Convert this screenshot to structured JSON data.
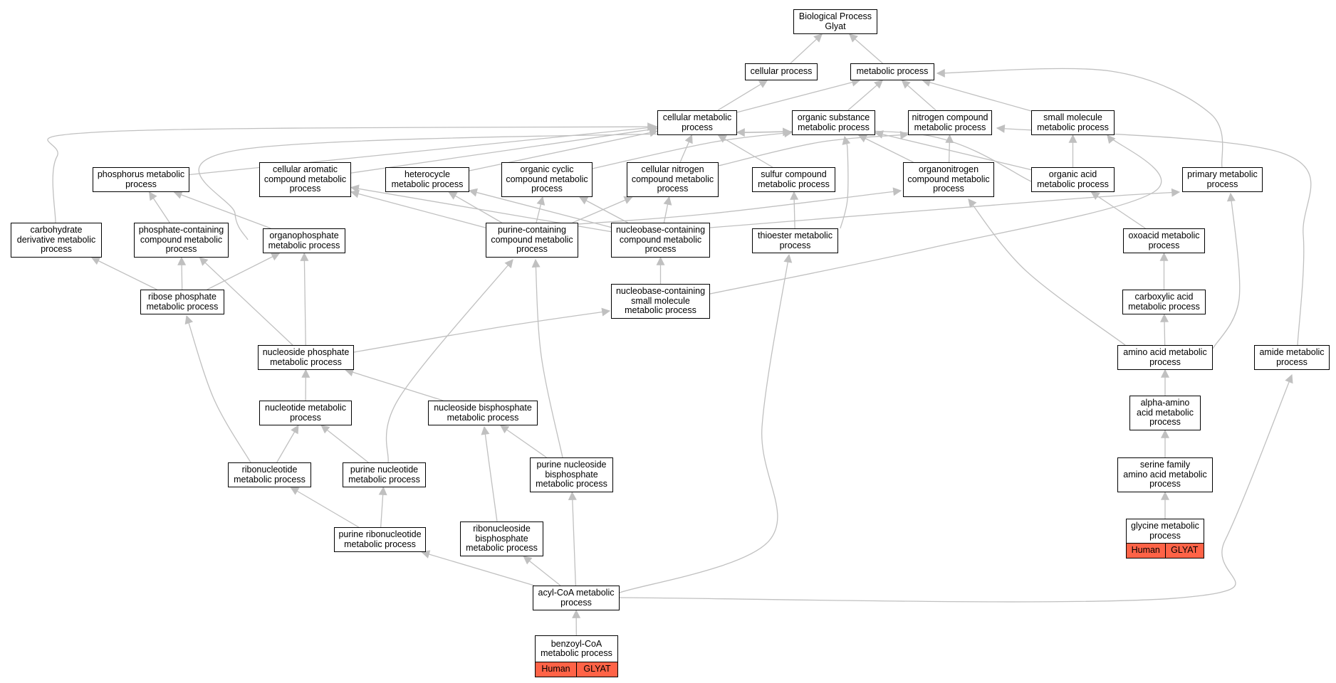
{
  "graph": {
    "edge_color": "#c0c0c0",
    "highlight_color": "#ff6347",
    "nodes": [
      {
        "id": "bp",
        "label": "Biological Process\nGlyat"
      },
      {
        "id": "cellular",
        "label": "cellular process"
      },
      {
        "id": "metabolic",
        "label": "metabolic process"
      },
      {
        "id": "cellmet",
        "label": "cellular metabolic\nprocess"
      },
      {
        "id": "orgsub",
        "label": "organic substance\nmetabolic process"
      },
      {
        "id": "nitrogen",
        "label": "nitrogen compound\nmetabolic process"
      },
      {
        "id": "smallmol",
        "label": "small molecule\nmetabolic process"
      },
      {
        "id": "phosphorus",
        "label": "phosphorus metabolic\nprocess"
      },
      {
        "id": "cellarom",
        "label": "cellular aromatic\ncompound metabolic\nprocess"
      },
      {
        "id": "heterocycle",
        "label": "heterocycle\nmetabolic process"
      },
      {
        "id": "orgcyclic",
        "label": "organic cyclic\ncompound metabolic\nprocess"
      },
      {
        "id": "cellnitro",
        "label": "cellular nitrogen\ncompound metabolic\nprocess"
      },
      {
        "id": "sulfur",
        "label": "sulfur compound\nmetabolic process"
      },
      {
        "id": "organonitro",
        "label": "organonitrogen\ncompound metabolic\nprocess"
      },
      {
        "id": "orgacid",
        "label": "organic acid\nmetabolic process"
      },
      {
        "id": "primary",
        "label": "primary metabolic\nprocess"
      },
      {
        "id": "carbderiv",
        "label": "carbohydrate\nderivative metabolic\nprocess"
      },
      {
        "id": "phosphcont",
        "label": "phosphate-containing\ncompound metabolic\nprocess"
      },
      {
        "id": "organophos",
        "label": "organophosphate\nmetabolic process"
      },
      {
        "id": "purinecont",
        "label": "purine-containing\ncompound metabolic\nprocess"
      },
      {
        "id": "nucbasecont",
        "label": "nucleobase-containing\ncompound metabolic\nprocess"
      },
      {
        "id": "thioester",
        "label": "thioester metabolic\nprocess"
      },
      {
        "id": "oxoacid",
        "label": "oxoacid metabolic\nprocess"
      },
      {
        "id": "ribosephos",
        "label": "ribose phosphate\nmetabolic process"
      },
      {
        "id": "nucbasesmall",
        "label": "nucleobase-containing\nsmall molecule\nmetabolic process"
      },
      {
        "id": "carboxylic",
        "label": "carboxylic acid\nmetabolic process"
      },
      {
        "id": "nucphos",
        "label": "nucleoside phosphate\nmetabolic process"
      },
      {
        "id": "aminoacid",
        "label": "amino acid metabolic\nprocess"
      },
      {
        "id": "amide",
        "label": "amide metabolic\nprocess"
      },
      {
        "id": "nucleotide",
        "label": "nucleotide metabolic\nprocess"
      },
      {
        "id": "nucbisphos",
        "label": "nucleoside bisphosphate\nmetabolic process"
      },
      {
        "id": "alphaamino",
        "label": "alpha-amino\nacid metabolic\nprocess"
      },
      {
        "id": "ribonucleotide",
        "label": "ribonucleotide\nmetabolic process"
      },
      {
        "id": "purinenucleotide",
        "label": "purine nucleotide\nmetabolic process"
      },
      {
        "id": "purinenucbis",
        "label": "purine nucleoside\nbisphosphate\nmetabolic process"
      },
      {
        "id": "serine",
        "label": "serine family\namino acid metabolic\nprocess"
      },
      {
        "id": "glycine",
        "label": "glycine metabolic\nprocess",
        "tags": [
          "Human",
          "GLYAT"
        ]
      },
      {
        "id": "purineribo",
        "label": "purine ribonucleotide\nmetabolic process"
      },
      {
        "id": "ribonucbis",
        "label": "ribonucleoside\nbisphosphate\nmetabolic process"
      },
      {
        "id": "acylcoa",
        "label": "acyl-CoA metabolic\nprocess"
      },
      {
        "id": "benzoyl",
        "label": "benzoyl-CoA\nmetabolic process",
        "tags": [
          "Human",
          "GLYAT"
        ]
      }
    ],
    "edges": [
      [
        "cellular",
        "bp"
      ],
      [
        "metabolic",
        "bp"
      ],
      [
        "cellmet",
        "cellular"
      ],
      [
        "cellmet",
        "metabolic"
      ],
      [
        "orgsub",
        "metabolic"
      ],
      [
        "nitrogen",
        "metabolic"
      ],
      [
        "smallmol",
        "metabolic"
      ],
      [
        "primary",
        "metabolic"
      ],
      [
        "phosphorus",
        "cellmet"
      ],
      [
        "cellarom",
        "cellmet"
      ],
      [
        "heterocycle",
        "cellmet"
      ],
      [
        "cellnitro",
        "cellmet"
      ],
      [
        "sulfur",
        "cellmet"
      ],
      [
        "orgacid",
        "cellmet"
      ],
      [
        "carbderiv",
        "cellmet"
      ],
      [
        "orgcyclic",
        "orgsub"
      ],
      [
        "organonitro",
        "orgsub"
      ],
      [
        "orgacid",
        "orgsub"
      ],
      [
        "organophos",
        "orgsub"
      ],
      [
        "thioester",
        "orgsub"
      ],
      [
        "cellnitro",
        "nitrogen"
      ],
      [
        "organonitro",
        "nitrogen"
      ],
      [
        "amide",
        "nitrogen"
      ],
      [
        "orgacid",
        "smallmol"
      ],
      [
        "nucbasesmall",
        "smallmol"
      ],
      [
        "phosphcont",
        "phosphorus"
      ],
      [
        "organophos",
        "phosphorus"
      ],
      [
        "purinecont",
        "cellarom"
      ],
      [
        "nucbasecont",
        "cellarom"
      ],
      [
        "purinecont",
        "heterocycle"
      ],
      [
        "nucbasecont",
        "heterocycle"
      ],
      [
        "purinecont",
        "orgcyclic"
      ],
      [
        "nucbasecont",
        "orgcyclic"
      ],
      [
        "purinecont",
        "cellnitro"
      ],
      [
        "nucbasecont",
        "cellnitro"
      ],
      [
        "thioester",
        "sulfur"
      ],
      [
        "purinecont",
        "organonitro"
      ],
      [
        "aminoacid",
        "organonitro"
      ],
      [
        "oxoacid",
        "orgacid"
      ],
      [
        "nucbasecont",
        "primary"
      ],
      [
        "aminoacid",
        "primary"
      ],
      [
        "ribosephos",
        "carbderiv"
      ],
      [
        "ribosephos",
        "phosphcont"
      ],
      [
        "ribosephos",
        "organophos"
      ],
      [
        "nucphos",
        "phosphcont"
      ],
      [
        "nucphos",
        "organophos"
      ],
      [
        "nucphos",
        "nucbasesmall"
      ],
      [
        "nucbasesmall",
        "nucbasecont"
      ],
      [
        "carboxylic",
        "oxoacid"
      ],
      [
        "aminoacid",
        "carboxylic"
      ],
      [
        "nucleotide",
        "nucphos"
      ],
      [
        "nucbisphos",
        "nucphos"
      ],
      [
        "alphaamino",
        "aminoacid"
      ],
      [
        "serine",
        "alphaamino"
      ],
      [
        "glycine",
        "serine"
      ],
      [
        "ribonucleotide",
        "ribosephos"
      ],
      [
        "ribonucleotide",
        "nucleotide"
      ],
      [
        "purinenucleotide",
        "nucleotide"
      ],
      [
        "purinenucleotide",
        "purinecont"
      ],
      [
        "purinenucbis",
        "nucbisphos"
      ],
      [
        "purinenucbis",
        "purinecont"
      ],
      [
        "purineribo",
        "ribonucleotide"
      ],
      [
        "purineribo",
        "purinenucleotide"
      ],
      [
        "ribonucbis",
        "nucbisphos"
      ],
      [
        "acylcoa",
        "purineribo"
      ],
      [
        "acylcoa",
        "ribonucbis"
      ],
      [
        "acylcoa",
        "purinenucbis"
      ],
      [
        "acylcoa",
        "thioester"
      ],
      [
        "acylcoa",
        "amide"
      ],
      [
        "benzoyl",
        "acylcoa"
      ]
    ]
  }
}
